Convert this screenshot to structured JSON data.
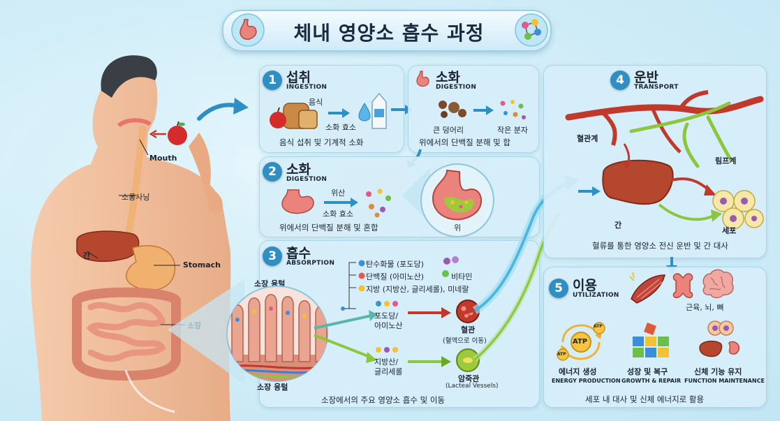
{
  "title": "체내 영양소 흡수 과정",
  "body_labels": {
    "mouth": "Mouth",
    "esophagus": "소롱사닝",
    "liver": "간",
    "stomach": "Stomach",
    "small_intestine": "소장"
  },
  "step1": {
    "num": "1",
    "title": "섭취",
    "subtitle": "INGESTION",
    "food_label": "음식",
    "enzyme_label": "소화 효소",
    "caption": "음식 섭취 및 기계적 소화"
  },
  "step1b": {
    "title": "소화",
    "subtitle": "DIGESTION",
    "big_label": "큰 덩어리",
    "small_label": "작은 분자",
    "caption": "위에서의 단백질 분해 및 합"
  },
  "step2": {
    "num": "2",
    "title": "소화",
    "subtitle": "DIGESTION",
    "acid_label": "위산",
    "enzyme_label": "소화 효소",
    "caption": "위에서의 단백질 분해 및 혼합",
    "stomach_label": "위"
  },
  "step3": {
    "num": "3",
    "title": "흡수",
    "subtitle": "ABSORPTION",
    "villi_top": "소장 융털",
    "villi_bottom": "소장 융털",
    "nutrients": {
      "carb": "탄수화물 (포도당)",
      "protein": "단백질 (아미노산)",
      "vitamin": "비타민",
      "fat": "지방 (지방산, 글리세롤), 미네랄"
    },
    "path1_label": "포도당/\n아미노산",
    "path2_label": "지방산/\n글리세롤",
    "vessel_label": "혈관",
    "vessel_sub": "(혈액으로 이동)",
    "lymph_label": "암죽관",
    "lymph_sub": "(Lacteal Vessels)",
    "caption": "소장에서의 주요 영양소 흡수 및 이동"
  },
  "step4": {
    "num": "4",
    "title": "운반",
    "subtitle": "TRANSPORT",
    "blood_label": "혈관계",
    "lymph_label": "림프계",
    "liver_label": "간",
    "cell_label": "세포",
    "caption": "혈류를 통한 영양소 전신 운반 및 간 대사"
  },
  "step5": {
    "num": "5",
    "title": "이용",
    "subtitle": "UTILIZATION",
    "tissue_label": "근육, 뇌, 뼈",
    "items": [
      {
        "label": "에너지 생성",
        "sub": "ENERGY PRODUCTION"
      },
      {
        "label": "성장 및 복구",
        "sub": "GROWTH & REPAIR"
      },
      {
        "label": "신체 기능 유지",
        "sub": "FUNCTION MAINTENANCE"
      }
    ],
    "atp": "ATP",
    "caption": "세포 내 대사 및 신체 에너지로 활용"
  },
  "colors": {
    "accent": "#2f8fc2",
    "panel_bg": "#d6eef8",
    "blood": "#c0392b",
    "lymph": "#8cc63f",
    "liver": "#b5472f"
  },
  "icons": [
    "stomach-icon",
    "molecule-icon",
    "apple-icon",
    "bread-icon",
    "water-drop-icon",
    "milk-carton-icon",
    "muscle-icon",
    "brain-icon",
    "bone-icon",
    "atp-icon",
    "blocks-icon",
    "cell-icon",
    "liver-icon"
  ]
}
